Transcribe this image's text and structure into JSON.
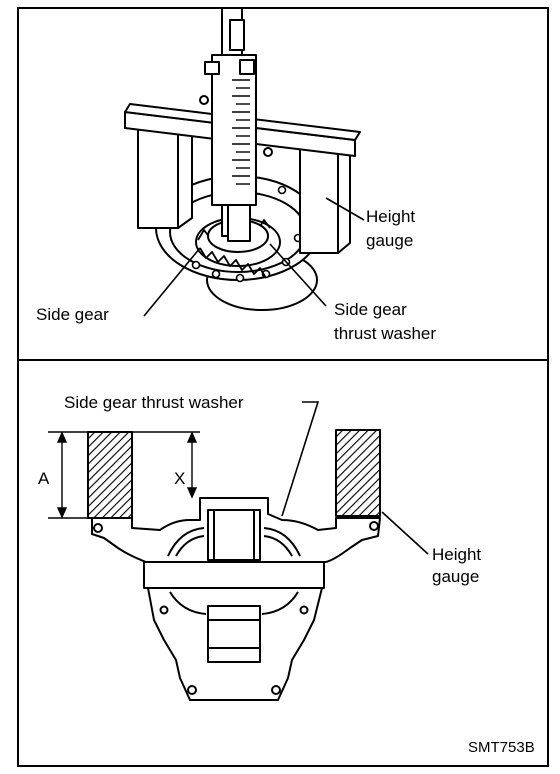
{
  "top_panel": {
    "labels": {
      "height_gauge_line1": "Height",
      "height_gauge_line2": "gauge",
      "side_gear": "Side gear",
      "thrust_washer_line1": "Side gear",
      "thrust_washer_line2": "thrust washer"
    }
  },
  "bottom_panel": {
    "labels": {
      "thrust_washer": "Side gear thrust washer",
      "dim_a": "A",
      "dim_x": "X",
      "height_gauge_line1": "Height",
      "height_gauge_line2": "gauge"
    }
  },
  "figure_code": "SMT753B"
}
